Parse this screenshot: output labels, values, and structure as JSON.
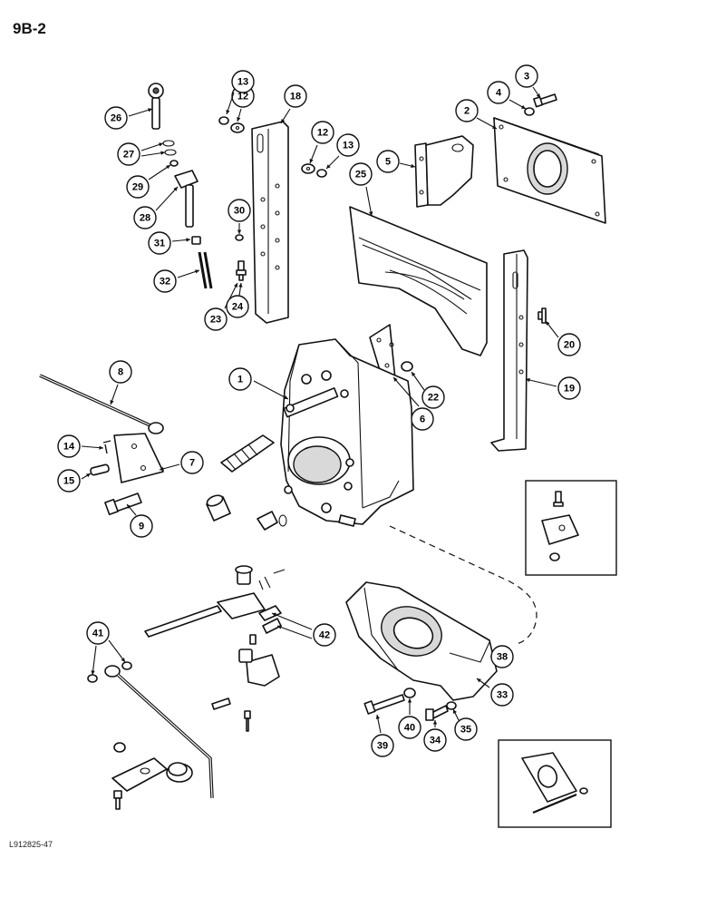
{
  "page": {
    "title": "9B-2",
    "ref_code": "L912825-47"
  },
  "callouts": [
    {
      "label": "1"
    },
    {
      "label": "2"
    },
    {
      "label": "3"
    },
    {
      "label": "4"
    },
    {
      "label": "5"
    },
    {
      "label": "6"
    },
    {
      "label": "7"
    },
    {
      "label": "8"
    },
    {
      "label": "9"
    },
    {
      "label": "12"
    },
    {
      "label": "12"
    },
    {
      "label": "13"
    },
    {
      "label": "13"
    },
    {
      "label": "14"
    },
    {
      "label": "15"
    },
    {
      "label": "18"
    },
    {
      "label": "19"
    },
    {
      "label": "20"
    },
    {
      "label": "22"
    },
    {
      "label": "23"
    },
    {
      "label": "24"
    },
    {
      "label": "25"
    },
    {
      "label": "26"
    },
    {
      "label": "27"
    },
    {
      "label": "28"
    },
    {
      "label": "29"
    },
    {
      "label": "30"
    },
    {
      "label": "31"
    },
    {
      "label": "32"
    },
    {
      "label": "33"
    },
    {
      "label": "34"
    },
    {
      "label": "35"
    },
    {
      "label": "38"
    },
    {
      "label": "39"
    },
    {
      "label": "40"
    },
    {
      "label": "41"
    },
    {
      "label": "42"
    }
  ]
}
